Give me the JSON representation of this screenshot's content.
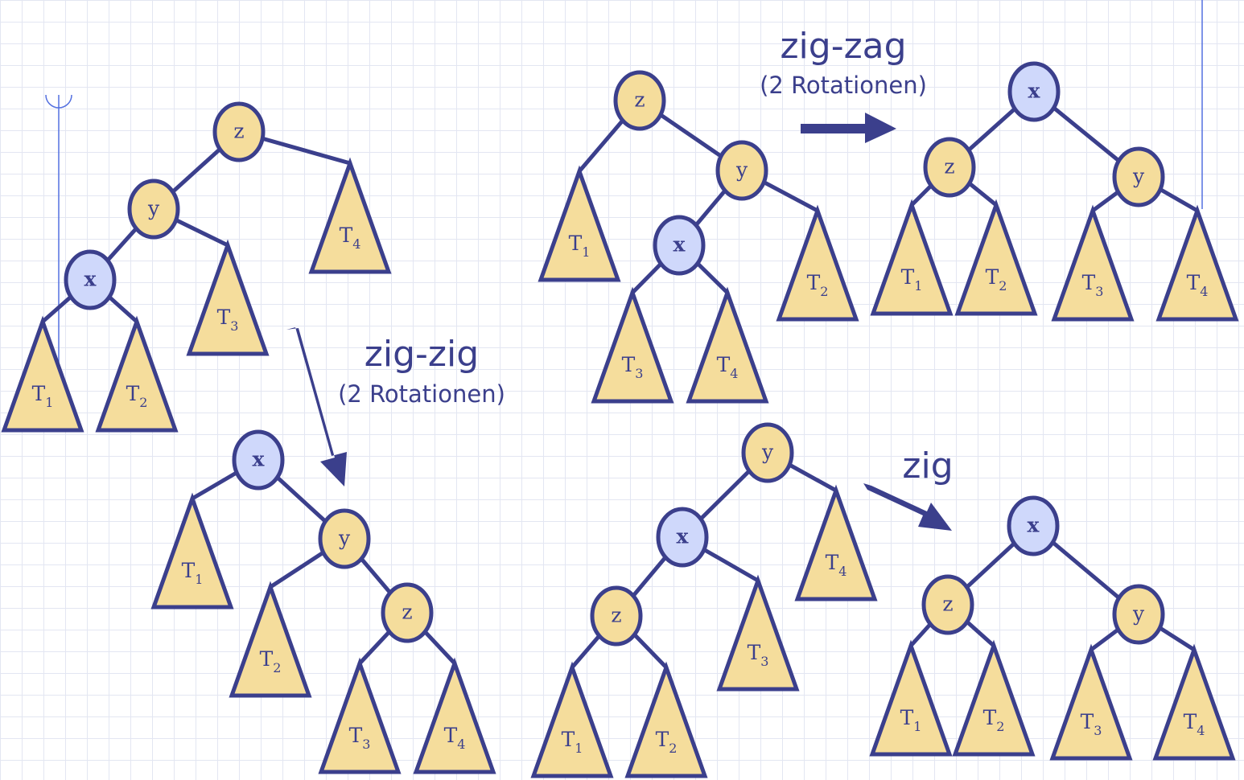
{
  "colors": {
    "stroke": "#3b3f8c",
    "node_fill": "#f5dd9c",
    "x_node_fill": "#cfd8fb",
    "grid": "#e3e6f2"
  },
  "labels": {
    "zigzig": {
      "title": "zig-zig",
      "subtitle": "(2 Rotationen)"
    },
    "zigzag": {
      "title": "zig-zag",
      "subtitle": "(2 Rotationen)"
    },
    "zig": {
      "title": "zig"
    }
  },
  "trees": [
    {
      "id": "zigzig-before",
      "nodes": [
        "z",
        "y",
        "x"
      ],
      "subtrees": [
        "T1",
        "T2",
        "T3",
        "T4"
      ]
    },
    {
      "id": "zigzig-after",
      "nodes": [
        "x",
        "y",
        "z"
      ],
      "subtrees": [
        "T1",
        "T2",
        "T3",
        "T4"
      ]
    },
    {
      "id": "zigzag-before",
      "nodes": [
        "z",
        "y",
        "x"
      ],
      "subtrees": [
        "T1",
        "T2",
        "T3",
        "T4"
      ]
    },
    {
      "id": "zigzag-after",
      "nodes": [
        "x",
        "z",
        "y"
      ],
      "subtrees": [
        "T1",
        "T2",
        "T3",
        "T4"
      ]
    },
    {
      "id": "zig-before",
      "nodes": [
        "y",
        "x",
        "z"
      ],
      "subtrees": [
        "T1",
        "T2",
        "T3",
        "T4"
      ]
    },
    {
      "id": "zig-after",
      "nodes": [
        "x",
        "z",
        "y"
      ],
      "subtrees": [
        "T1",
        "T2",
        "T3",
        "T4"
      ]
    }
  ]
}
